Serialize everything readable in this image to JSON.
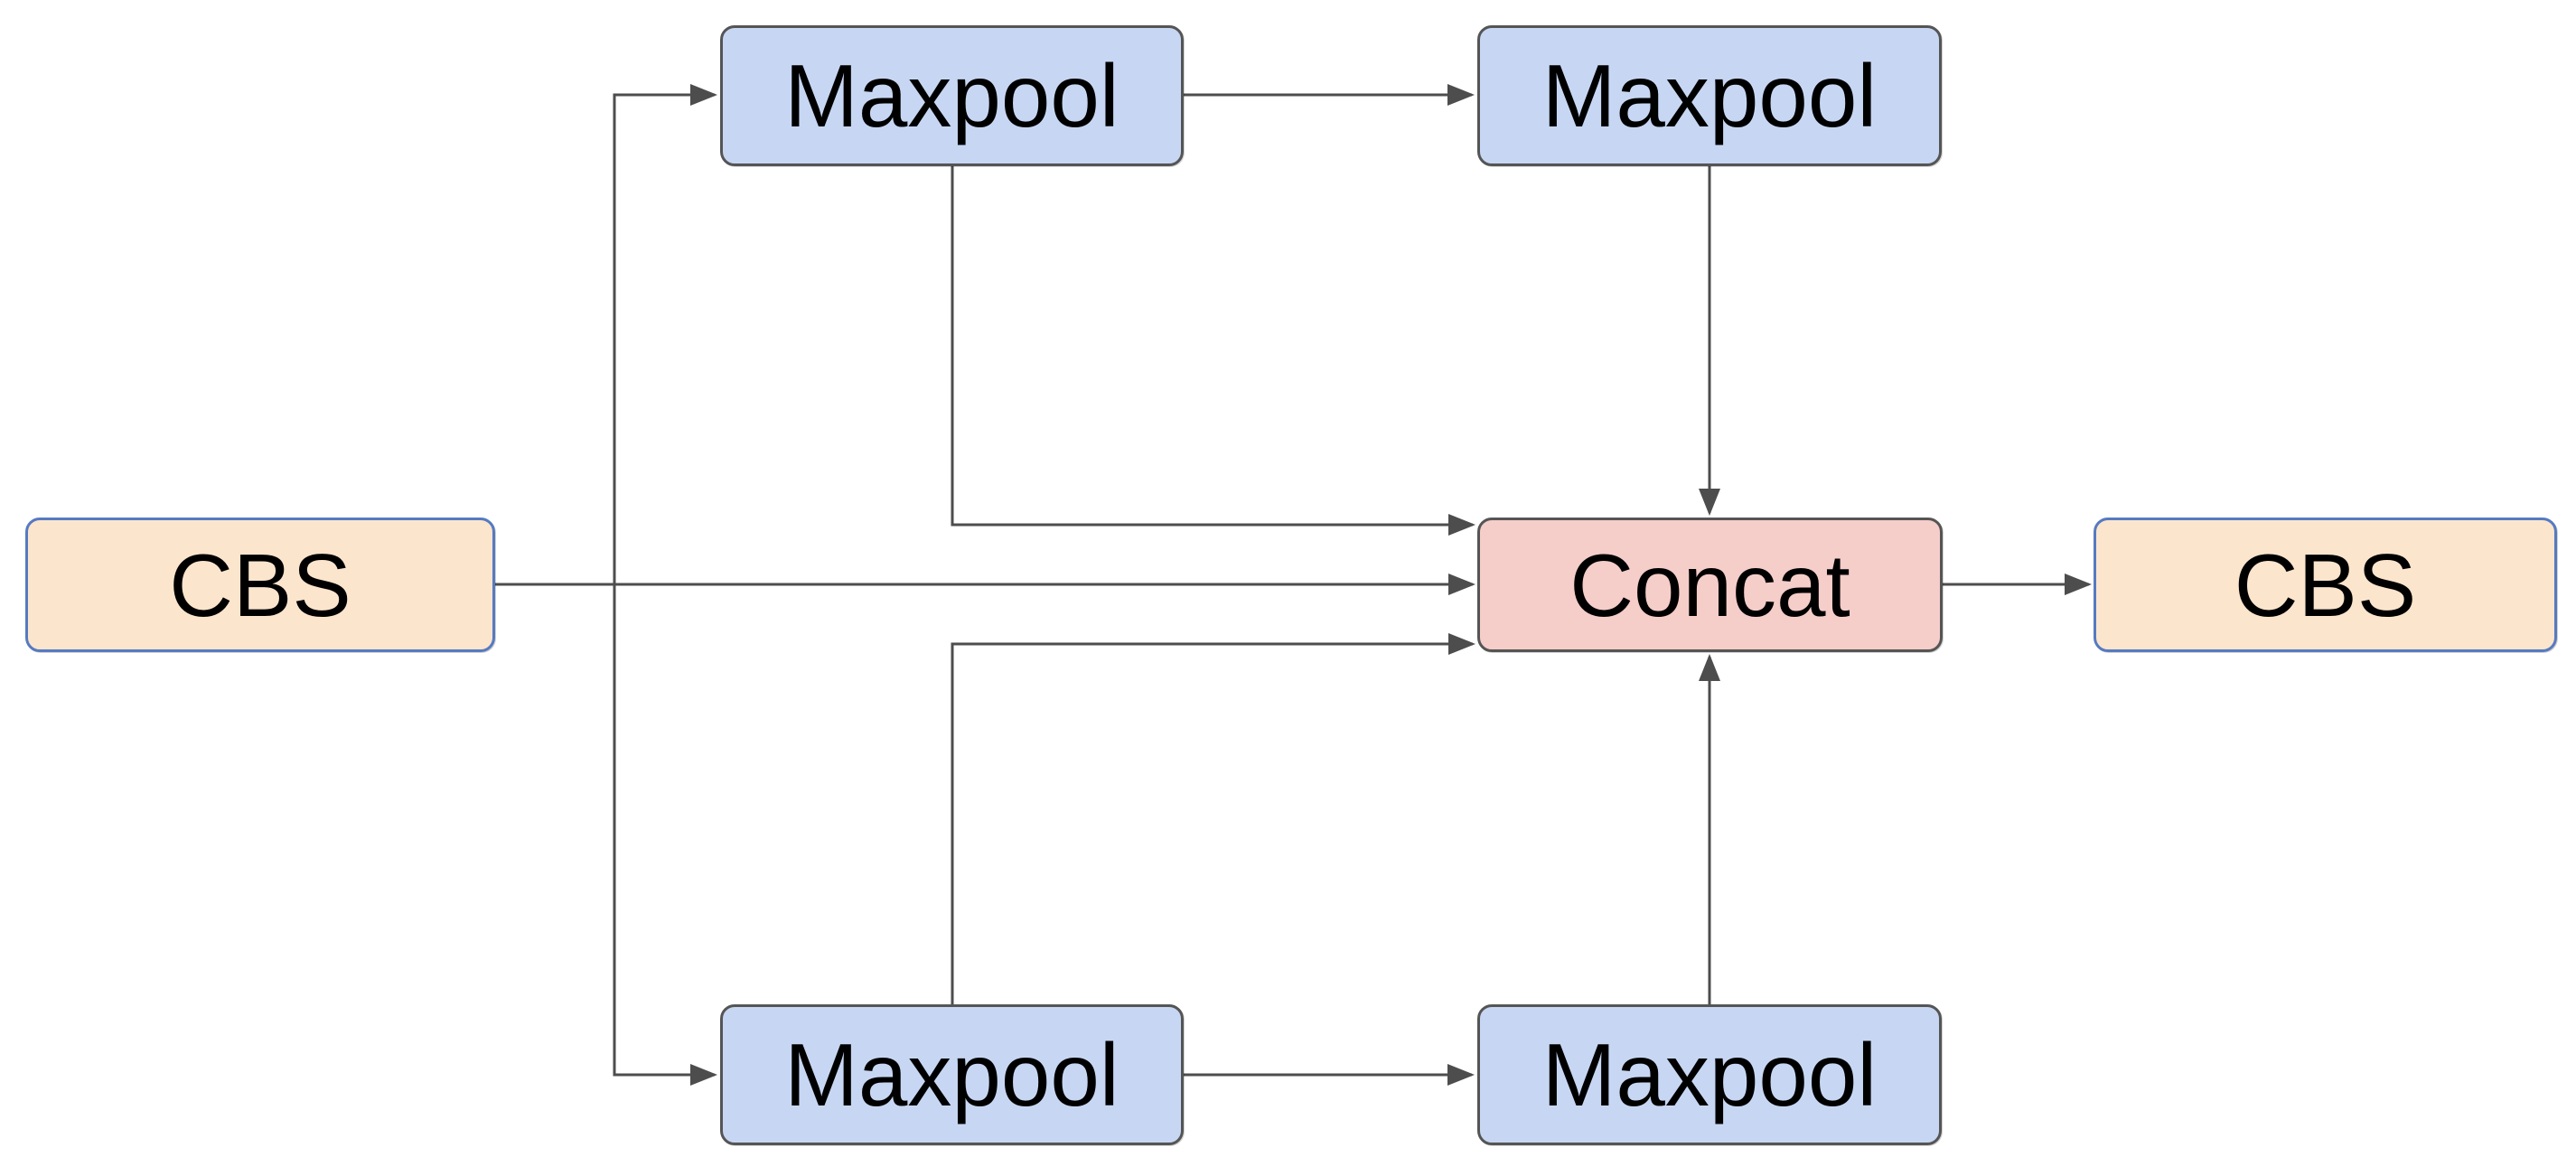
{
  "diagram": {
    "background": "#ffffff",
    "connector_color": "#4d4d4d",
    "text_color": "#000000",
    "nodes": [
      {
        "id": "cbs-in",
        "label": "CBS",
        "fill": "#fce5cd",
        "stroke": "#567ac2"
      },
      {
        "id": "maxpool-tl",
        "label": "Maxpool",
        "fill": "#c7d7f3",
        "stroke": "#555555"
      },
      {
        "id": "maxpool-tr",
        "label": "Maxpool",
        "fill": "#c7d7f3",
        "stroke": "#555555"
      },
      {
        "id": "concat",
        "label": "Concat",
        "fill": "#f5cdc9",
        "stroke": "#555555"
      },
      {
        "id": "cbs-out",
        "label": "CBS",
        "fill": "#fce5cd",
        "stroke": "#567ac2"
      },
      {
        "id": "maxpool-bl",
        "label": "Maxpool",
        "fill": "#c7d7f3",
        "stroke": "#555555"
      },
      {
        "id": "maxpool-br",
        "label": "Maxpool",
        "fill": "#c7d7f3",
        "stroke": "#555555"
      }
    ]
  }
}
